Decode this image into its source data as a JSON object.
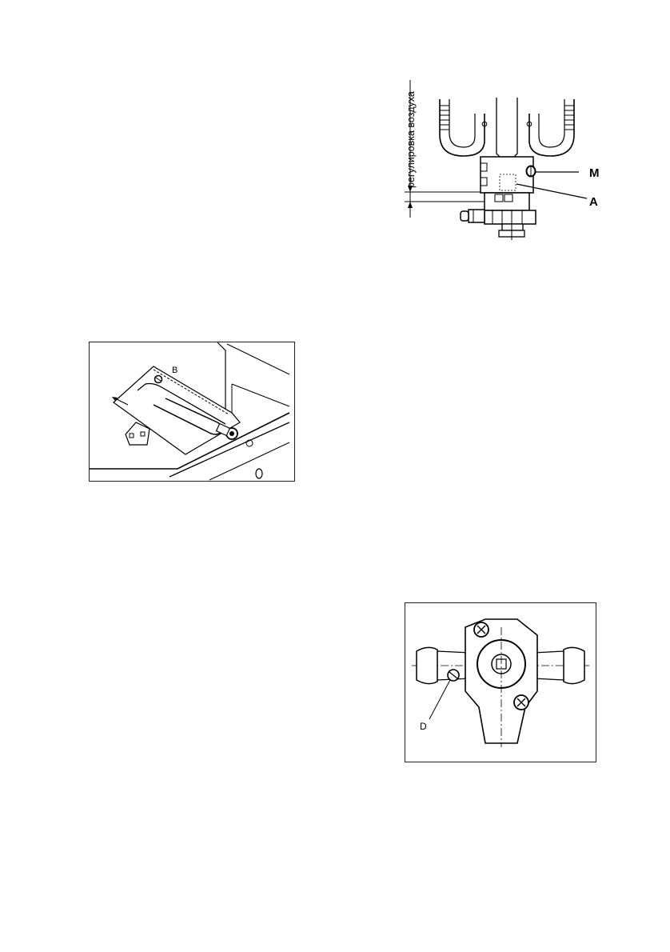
{
  "figures": {
    "burner": {
      "vertical_caption": "регулировка воздуха",
      "label_m": "M",
      "label_a": "A"
    },
    "tray": {
      "label_b": "B"
    },
    "valve": {
      "label_d": "D"
    }
  }
}
